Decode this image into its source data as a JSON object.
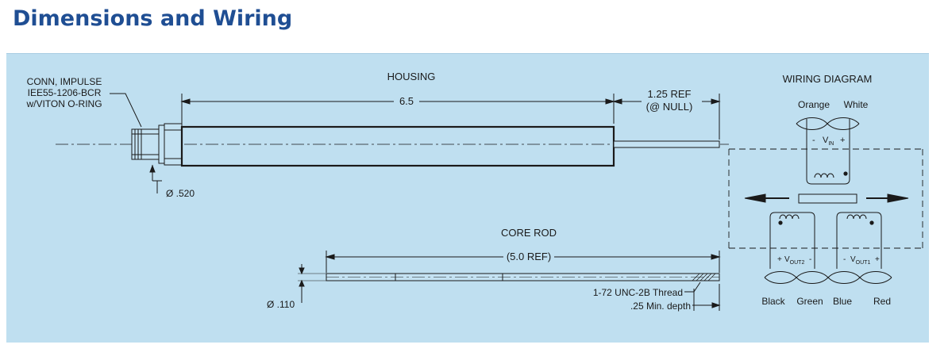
{
  "page": {
    "title": "Dimensions and Wiring"
  },
  "diagram": {
    "housing_label": "HOUSING",
    "connector_label": [
      "CONN, IMPULSE",
      "IEE55-1206-BCR",
      "w/VITON O-RING"
    ],
    "housing_length": "6.5",
    "ref_length": [
      "1.25 REF",
      "(@ NULL)"
    ],
    "housing_diameter": "Ø .520",
    "core_rod_label": "CORE ROD",
    "core_rod_length": "(5.0 REF)",
    "core_rod_diameter": "Ø .110",
    "thread_note": [
      "1-72 UNC-2B Thread",
      ".25 Min. depth"
    ]
  },
  "wiring": {
    "title": "WIRING DIAGRAM",
    "input_wires": [
      "Orange",
      "White"
    ],
    "vin": {
      "minus": "-",
      "symbol": "V",
      "sub": "IN",
      "plus": "+"
    },
    "vout2": {
      "plus": "+",
      "symbol": "V",
      "sub": "OUT2",
      "minus": "-"
    },
    "vout1": {
      "minus": "-",
      "symbol": "V",
      "sub": "OUT1",
      "plus": "+"
    },
    "output_wires": [
      "Black",
      "Green",
      "Blue",
      "Red"
    ]
  }
}
